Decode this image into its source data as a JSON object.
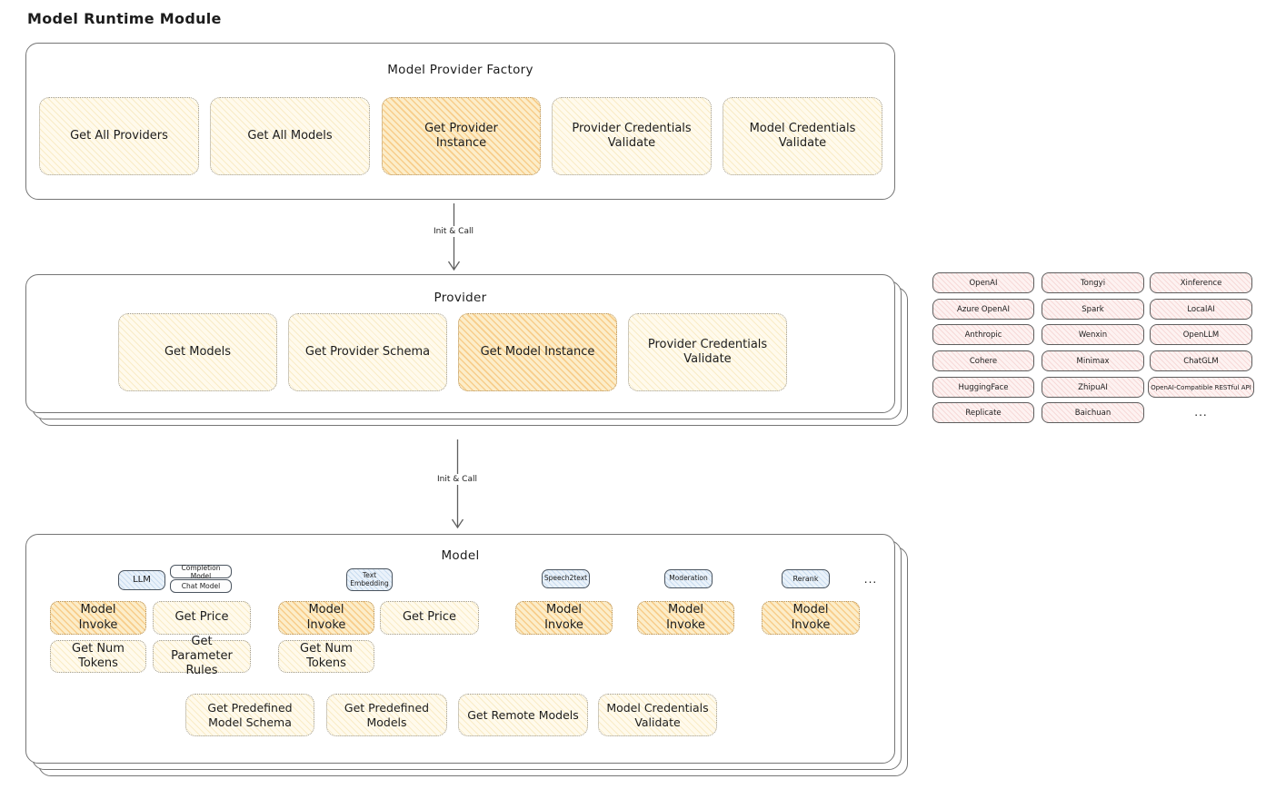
{
  "title": "Model Runtime Module",
  "colors": {
    "function_fill": "#fdf6df",
    "highlight_fill": "#f9e7bd",
    "provider_chip_fill": "#fdf0ef",
    "model_type_fill": "#e8f1fa",
    "outline": "#5e5e5e"
  },
  "factory": {
    "title": "Model Provider Factory",
    "buttons": [
      "Get All Providers",
      "Get All Models",
      "Get Provider Instance",
      "Provider Credentials Validate",
      "Model Credentials Validate"
    ]
  },
  "arrow1": {
    "label": "Init & Call"
  },
  "arrow2": {
    "label": "Init & Call"
  },
  "provider": {
    "title": "Provider",
    "buttons": [
      "Get Models",
      "Get Provider Schema",
      "Get Model Instance",
      "Provider Credentials Validate"
    ]
  },
  "providers": {
    "col1": [
      "OpenAI",
      "Azure OpenAI",
      "Anthropic",
      "Cohere",
      "HuggingFace",
      "Replicate"
    ],
    "col2": [
      "Tongyi",
      "Spark",
      "Wenxin",
      "Minimax",
      "ZhipuAI",
      "Baichuan"
    ],
    "col3": [
      "Xinference",
      "LocalAI",
      "OpenLLM",
      "ChatGLM",
      "OpenAI-Compatible RESTful API"
    ],
    "more": "..."
  },
  "model": {
    "title": "Model",
    "type_llm": "LLM",
    "type_completion": "Completion Model",
    "type_chat": "Chat Model",
    "type_text_embedding": "Text Embedding",
    "type_speech2text": "Speech2text",
    "type_moderation": "Moderation",
    "type_rerank": "Rerank",
    "more": "...",
    "llm_buttons": [
      "Model Invoke",
      "Get Price",
      "Get Num Tokens",
      "Get Parameter Rules"
    ],
    "embedding_buttons": [
      "Model Invoke",
      "Get Price",
      "Get Num Tokens"
    ],
    "speech2text_buttons": [
      "Model Invoke"
    ],
    "moderation_buttons": [
      "Model Invoke"
    ],
    "rerank_buttons": [
      "Model Invoke"
    ],
    "common_buttons": [
      "Get Predefined Model Schema",
      "Get Predefined Models",
      "Get Remote Models",
      "Model Credentials Validate"
    ]
  }
}
